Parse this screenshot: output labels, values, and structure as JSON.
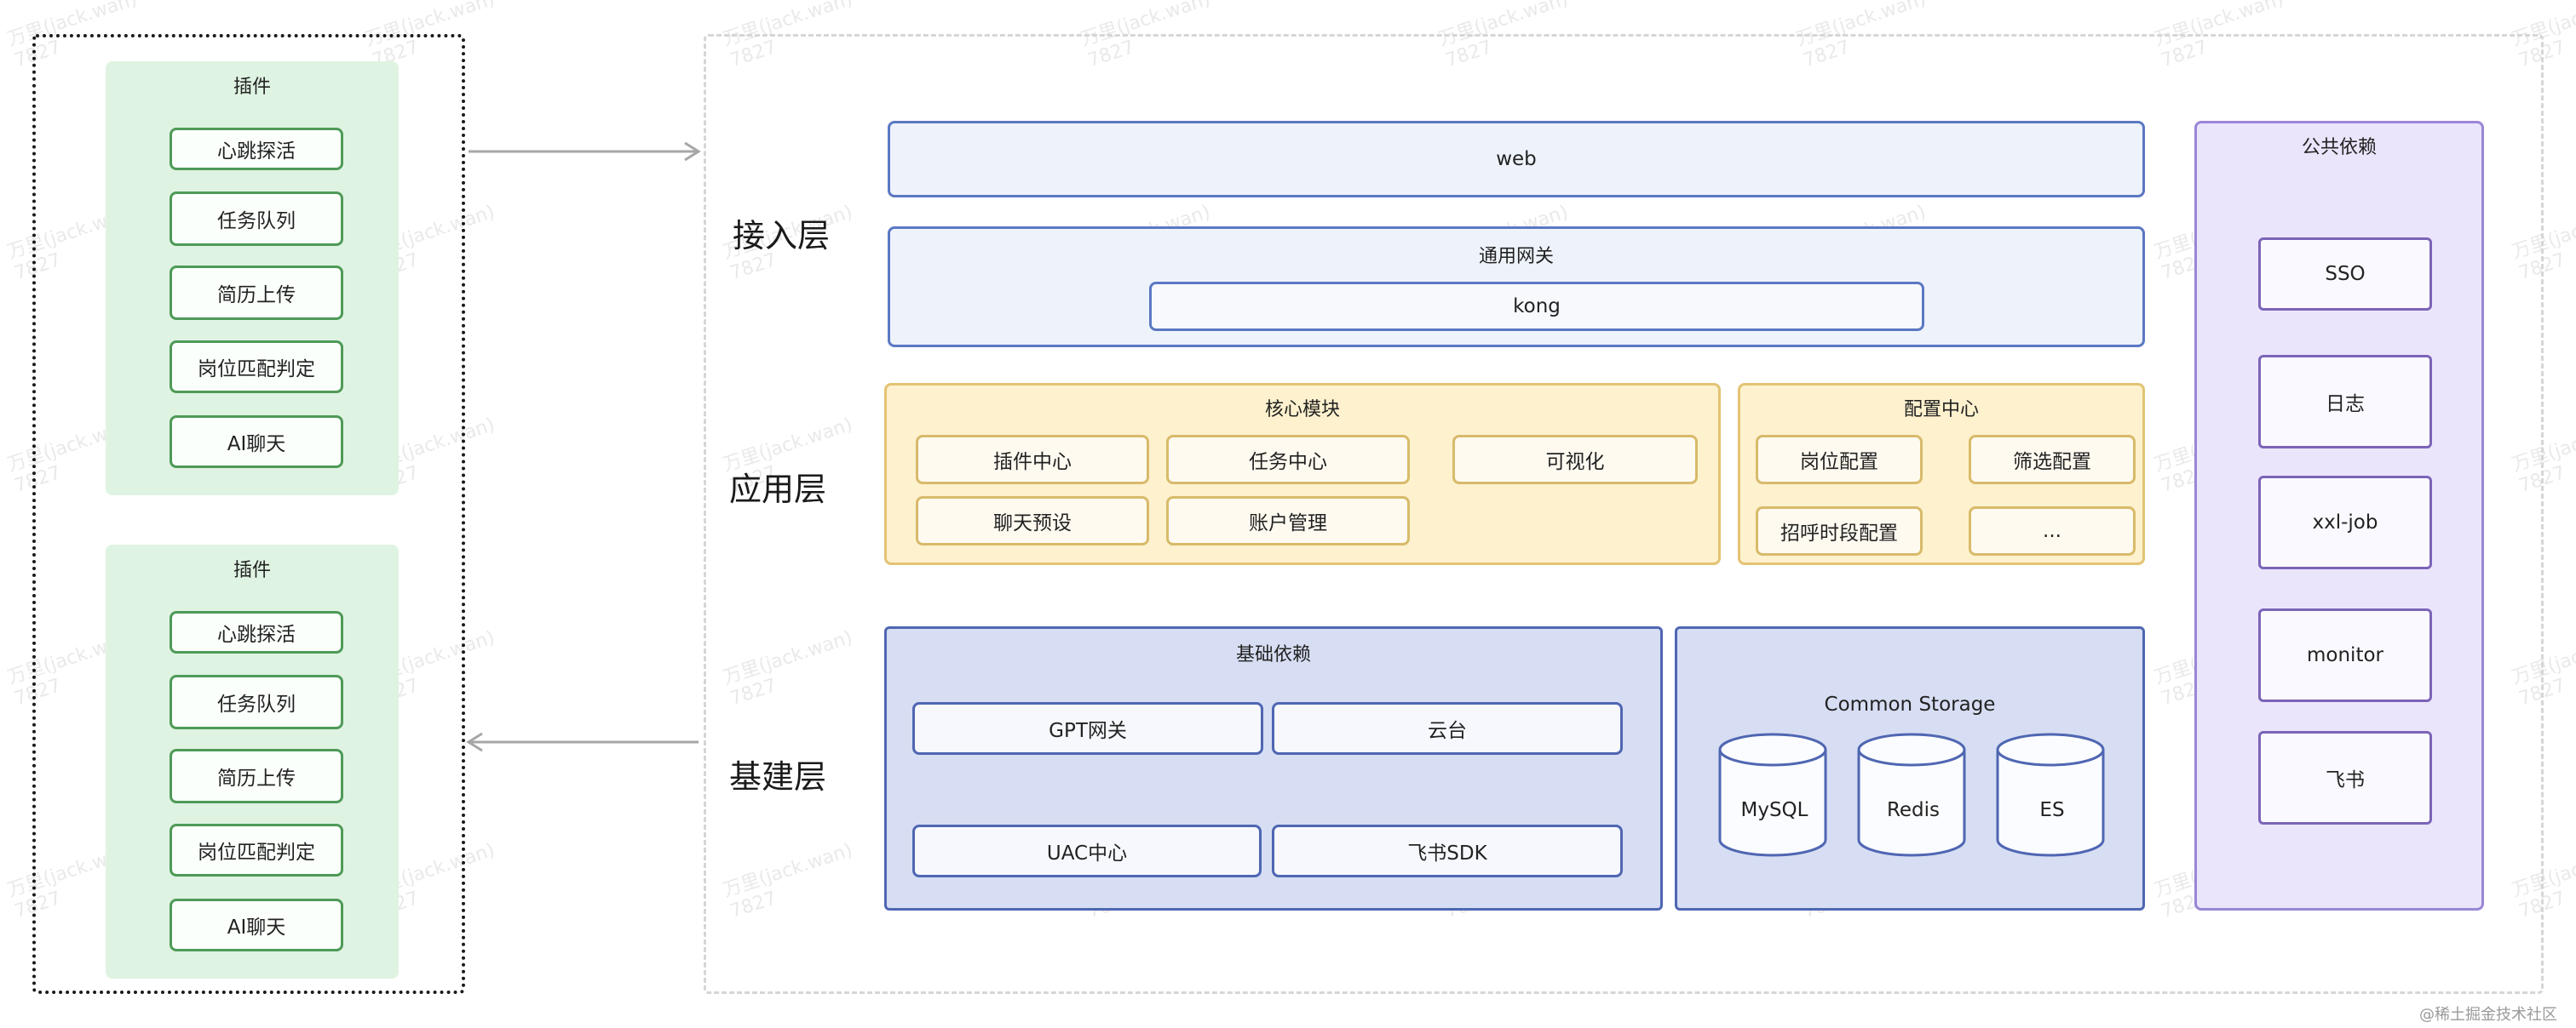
{
  "layers": {
    "access": "接入层",
    "application": "应用层",
    "infrastructure": "基建层"
  },
  "plugin_panels": [
    {
      "title": "插件",
      "items": [
        "心跳探活",
        "任务队列",
        "简历上传",
        "岗位匹配判定",
        "AI聊天"
      ]
    },
    {
      "title": "插件",
      "items": [
        "心跳探活",
        "任务队列",
        "简历上传",
        "岗位匹配判定",
        "AI聊天"
      ]
    }
  ],
  "access_layer": {
    "web": "web",
    "gateway_title": "通用网关",
    "kong": "kong"
  },
  "core_module": {
    "title": "核心模块",
    "items": [
      "插件中心",
      "任务中心",
      "可视化",
      "聊天预设",
      "账户管理"
    ]
  },
  "config_center": {
    "title": "配置中心",
    "items": [
      "岗位配置",
      "筛选配置",
      "招呼时段配置",
      "..."
    ]
  },
  "base_dependencies": {
    "title": "基础依赖",
    "items": [
      "GPT网关",
      "云台",
      "UAC中心",
      "飞书SDK"
    ]
  },
  "common_storage": {
    "title": "Common Storage",
    "items": [
      "MySQL",
      "Redis",
      "ES"
    ]
  },
  "public_dependencies": {
    "title": "公共依赖",
    "items": [
      "SSO",
      "日志",
      "xxl-job",
      "monitor",
      "飞书"
    ]
  },
  "watermark": {
    "line1": "万里(jack.wan)",
    "line2": "7827"
  },
  "footer": "@稀土掘金技术社区",
  "colors": {
    "plugin_green": "#dff3e2",
    "access_blue": "#5b78c2",
    "application_yellow": "#fdf1ce",
    "infra_indigo": "#d7def3",
    "public_purple": "#ebe5fb"
  }
}
